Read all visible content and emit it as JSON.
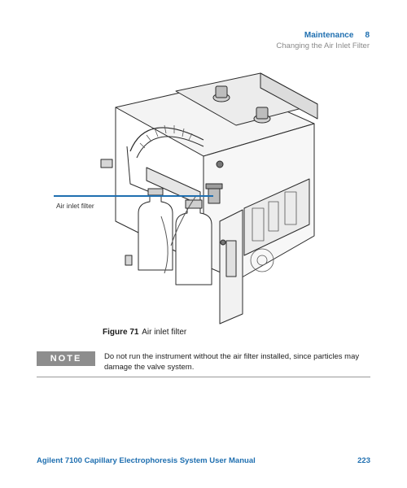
{
  "header": {
    "chapter_title": "Maintenance",
    "chapter_number": "8",
    "section_title": "Changing the Air Inlet Filter"
  },
  "figure": {
    "callout_label": "Air inlet filter",
    "caption_number": "Figure 71",
    "caption_text": "Air inlet filter"
  },
  "note": {
    "label": "NOTE",
    "text": "Do not run the instrument without the air filter installed, since particles may damage the valve system."
  },
  "footer": {
    "manual_title": "Agilent 7100 Capillary Electrophoresis System User Manual",
    "page_number": "223"
  },
  "colors": {
    "accent": "#1f6fb0",
    "note_box": "#8d8d8d"
  }
}
